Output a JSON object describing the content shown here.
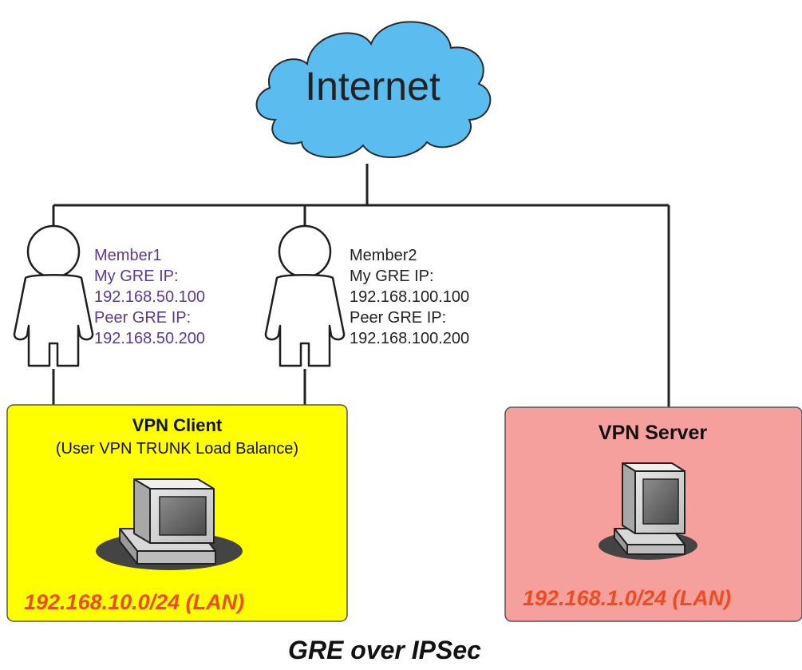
{
  "cloud": {
    "label": "Internet",
    "fill": "#5bbcef"
  },
  "members": [
    {
      "name": "Member1",
      "my_gre_label": "My GRE IP:",
      "my_gre_ip": "192.168.50.100",
      "peer_gre_label": "Peer GRE IP:",
      "peer_gre_ip": "192.168.50.200",
      "color": "#5a3a96"
    },
    {
      "name": "Member2",
      "my_gre_label": "My GRE IP:",
      "my_gre_ip": "192.168.100.100",
      "peer_gre_label": "Peer GRE IP:",
      "peer_gre_ip": "192.168.100.200",
      "color": "#222222"
    }
  ],
  "client": {
    "title": "VPN Client",
    "subtitle": "(User VPN TRUNK Load Balance)",
    "lan": "192.168.10.0/24 (LAN)",
    "fill": "#ffff00"
  },
  "server": {
    "title": "VPN Server",
    "lan": "192.168.1.0/24 (LAN)",
    "fill": "#f5a09c"
  },
  "lan_color": "#f04b1e",
  "caption": "GRE over IPSec"
}
